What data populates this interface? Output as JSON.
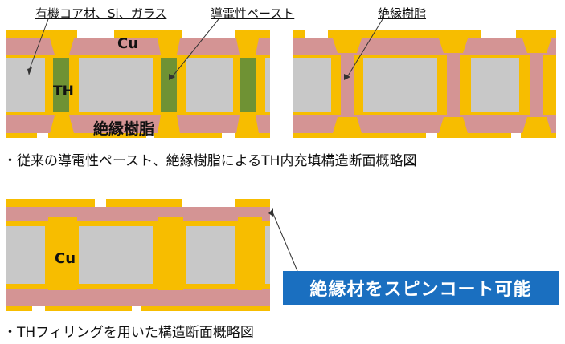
{
  "labels": {
    "core_material": "有機コア材、Si、ガラス",
    "conductive_paste": "導電性ペースト",
    "insulating_resin_top": "絶縁樹脂",
    "cu_top": "Cu",
    "th": "TH",
    "insulating_resin_bottom": "絶縁樹脂",
    "cu_bottom": "Cu"
  },
  "captions": {
    "caption_top": "・従来の導電性ペースト、絶縁樹脂によるTH内充填構造断面概略図",
    "caption_bottom": "・THフィリングを用いた構造断面概略図"
  },
  "callout": {
    "text": "絶縁材をスピンコート可能"
  },
  "colors": {
    "copper": "#f7bd00",
    "resin": "#d49494",
    "core": "#c8c8c8",
    "paste": "#6f9234",
    "callout_bg": "#1a6fc0"
  }
}
